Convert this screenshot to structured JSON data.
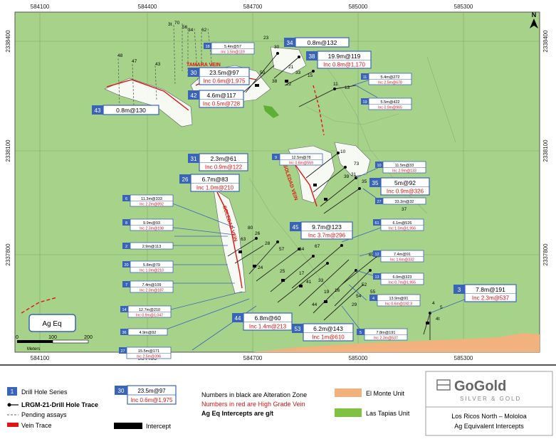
{
  "map": {
    "grid_x_labels": [
      "584100",
      "584400",
      "584700",
      "585000",
      "585300"
    ],
    "grid_y_labels": [
      "2338400",
      "2338100",
      "2337800"
    ],
    "north_label": "N",
    "scale": {
      "ticks": [
        "0",
        "100",
        "200"
      ],
      "unit": "Meters"
    },
    "ag_eq_label": "Ag Eq",
    "vein_names": [
      "TAMARA VEIN",
      "SOLEDAD VEIN",
      "SOLEDAD VEIN"
    ],
    "hole_labels": [
      "3t",
      "70",
      "56",
      "34",
      "62",
      "48",
      "47",
      "43",
      "23",
      "30",
      "21",
      "33",
      "50",
      "22",
      "38",
      "13",
      "11",
      "15",
      "10",
      "73",
      "39",
      "31",
      "35",
      "37",
      "80",
      "63",
      "26",
      "28",
      "57",
      "64",
      "67",
      "69",
      "24",
      "25",
      "17",
      "41",
      "33",
      "16",
      "29",
      "44",
      "19",
      "52",
      "54",
      "55",
      "27",
      "5",
      "4",
      "4t"
    ],
    "intercepts": [
      {
        "id": "30",
        "main": "23.5m@97",
        "inc": "Inc 0.6m@1,975"
      },
      {
        "id": "42",
        "main": "4.6m@117",
        "inc": "Inc 0.5m@728"
      },
      {
        "id": "34",
        "main": "0.8m@132",
        "inc": ""
      },
      {
        "id": "38",
        "main": "19.9m@119",
        "inc": "Inc 0.8m@1,170"
      },
      {
        "id": "43",
        "main": "0.8m@130",
        "inc": ""
      },
      {
        "id": "31",
        "main": "2.3m@61",
        "inc": "Inc 0.9m@122"
      },
      {
        "id": "26",
        "main": "6.7m@83",
        "inc": "Inc 1.0m@210"
      },
      {
        "id": "35",
        "main": "5m@92",
        "inc": "Inc 0.9m@326"
      },
      {
        "id": "45",
        "main": "9.7m@123",
        "inc": "Inc 3.7m@296"
      },
      {
        "id": "44",
        "main": "6.8m@60",
        "inc": "Inc 1.4m@213"
      },
      {
        "id": "53",
        "main": "6.2m@143",
        "inc": "Inc 1m@610"
      },
      {
        "id": "3",
        "main": "7.8m@191",
        "inc": "Inc 2.3m@537"
      },
      {
        "id": "18",
        "main": "5.4m@57",
        "inc": "Inc 1.5m@119"
      },
      {
        "id": "11",
        "main": "5.4m@272",
        "inc": "Inc 2.5m@678"
      },
      {
        "id": "19",
        "main": "5.5m@422",
        "inc": "Inc 0.9m@965"
      },
      {
        "id": "9",
        "main": "12.5m@78",
        "inc": "Inc 0.6m@559"
      },
      {
        "id": "10",
        "main": "11.5m@33",
        "inc": "Inc 2.9m@133"
      },
      {
        "id": "27",
        "main": "33.3m@32",
        "inc": ""
      },
      {
        "id": "6",
        "main": "11.3m@333",
        "inc": "Inc 2.2m@892"
      },
      {
        "id": "8",
        "main": "9.9m@93",
        "inc": "Inc 2.3m@198"
      },
      {
        "id": "2",
        "main": "2.9m@113",
        "inc": ""
      },
      {
        "id": "20",
        "main": "5.8m@79",
        "inc": "Inc 1.0m@210"
      },
      {
        "id": "7",
        "main": "7.4m@109",
        "inc": "Inc 2.0m@187"
      },
      {
        "id": "14",
        "main": "12.7m@210",
        "inc": "Inc 0.9m@1,047"
      },
      {
        "id": "36",
        "main": "4.9m@92",
        "inc": ""
      },
      {
        "id": "27",
        "main": "15.5m@171",
        "inc": "Inc 2.5m@396"
      },
      {
        "id": "61",
        "main": "6.1m@526",
        "inc": "Inc 1.0m@1,956"
      },
      {
        "id": "12",
        "main": "7.4m@91",
        "inc": "Inc 1.6m@332"
      },
      {
        "id": "13",
        "main": "6.0m@323",
        "inc": "Inc 0.7m@1,955"
      },
      {
        "id": "4",
        "main": "13.9m@91",
        "inc": "Inc 0.6m@192.3"
      },
      {
        "id": "5",
        "main": "7.8m@191",
        "inc": "Inc 2.3m@537"
      }
    ]
  },
  "legend": {
    "drill_series_num": "1",
    "drill_series": "Drill Hole Series",
    "drill_trace": "LRGM-21-Drill Hole Trace",
    "pending": "Pending assays",
    "vein_trace": "Vein Trace",
    "sample_id": "30",
    "sample_main": "23.5m@97",
    "sample_inc": "Inc 0.6m@1,975",
    "intercept": "Intercept",
    "note_black": "Numbers in black are Alteration Zone",
    "note_red": "Numbers in red are High Grade Vein",
    "note_units": "Ag Eq Intercepts are g/t",
    "el_monte": "El Monte Unit",
    "las_tapias": "Las Tapias Unit",
    "company_name": "GoGold",
    "company_tagline": "SILVER & GOLD",
    "map_title_1": "Los Ricos North – Mololoa",
    "map_title_2": "Ag Equivalent Intercepts"
  },
  "colors": {
    "terrain": "#a6d389",
    "label_blue": "#3a64b8",
    "red_text": "#e01414",
    "el_monte": "#f2b27e",
    "las_tapias": "#7fc241"
  }
}
